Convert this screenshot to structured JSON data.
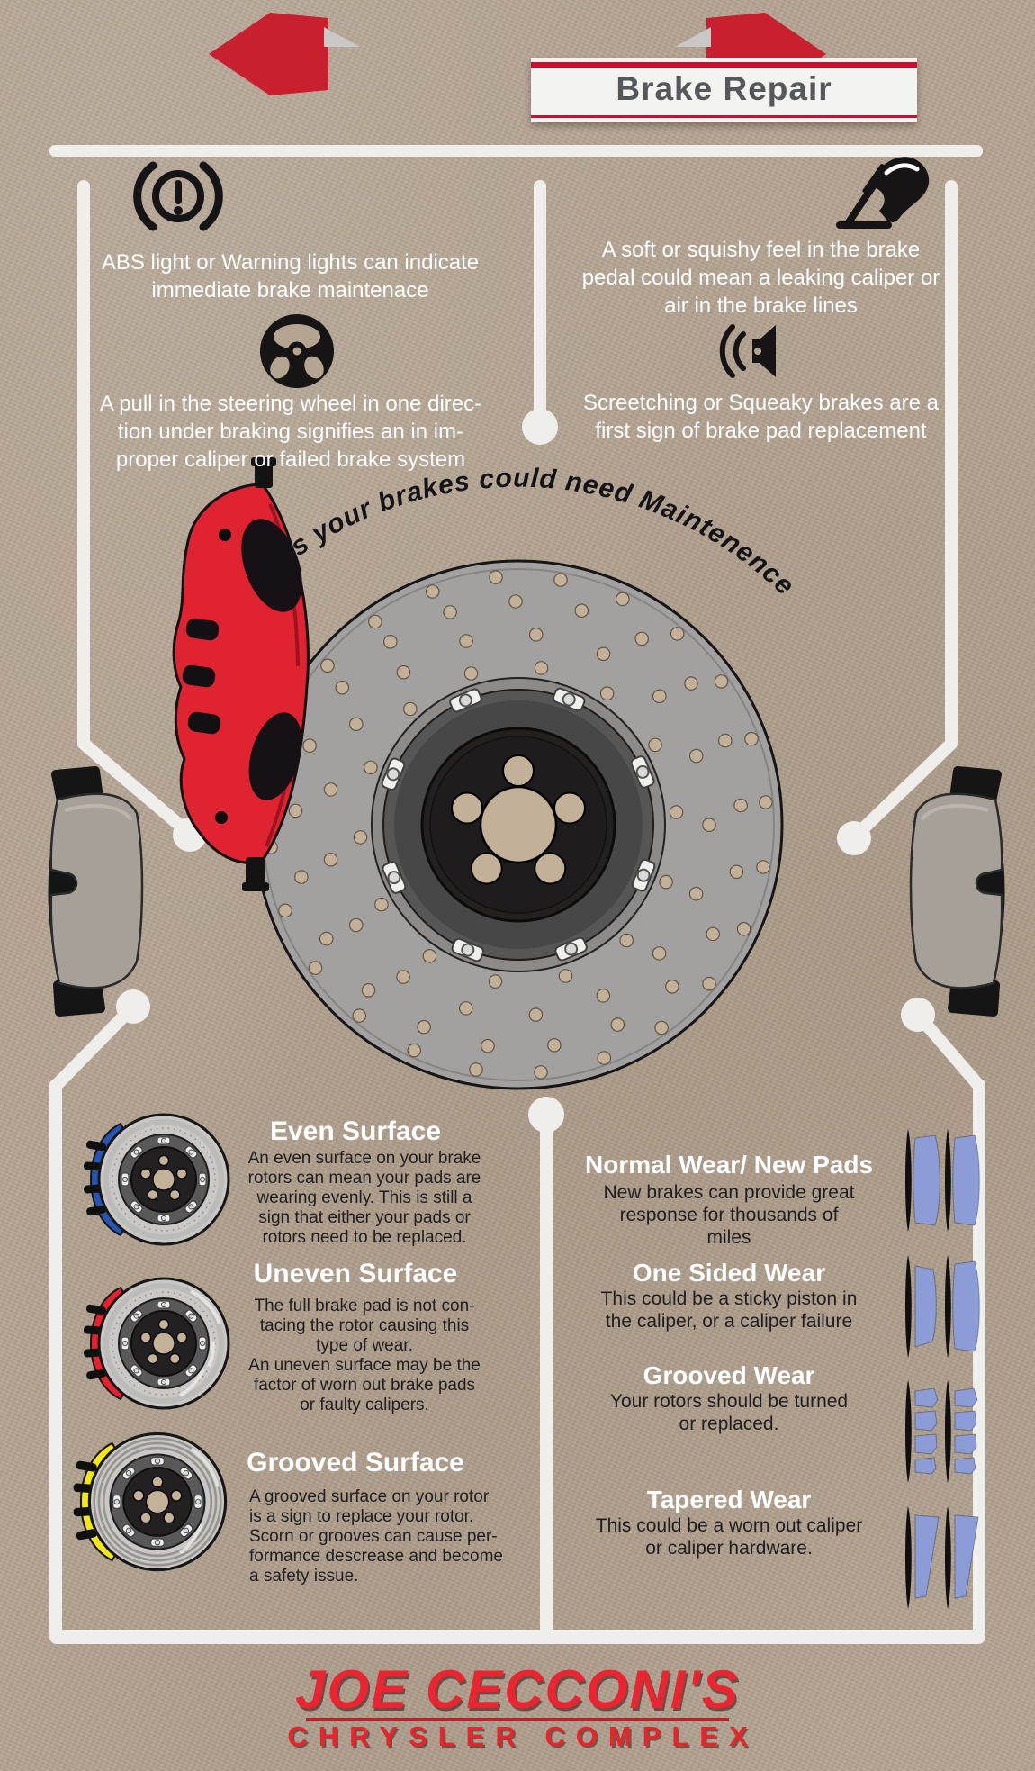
{
  "header": {
    "title": "Brake Repair"
  },
  "signs": {
    "curved_title": "Signs your brakes could need Maintenence",
    "items": [
      {
        "icon": "abs-warning-light-icon",
        "text": "ABS light or Warning lights can indicate\nimmediate brake maintenace"
      },
      {
        "icon": "steering-wheel-icon",
        "text": "A pull in the steering wheel in one direc-\ntion under braking signifies an in im-\nproper caliper or failed brake system"
      },
      {
        "icon": "brake-pedal-icon",
        "text": "A soft or squishy feel in the brake\npedal could mean a leaking caliper or\nair in the brake lines"
      },
      {
        "icon": "speaker-sound-icon",
        "text": "Screetching or Squeaky brakes are a\nfirst sign of brake pad replacement"
      }
    ]
  },
  "surfaces": {
    "items": [
      {
        "title": "Even Surface",
        "body": "An even surface on your brake\nrotors can mean your pads are\nwearing evenly. This is still a\nsign that either your pads or\nrotors need to be replaced.",
        "caliper_color": "#2753b5"
      },
      {
        "title": "Uneven Surface",
        "body": "The full brake pad is not con-\ntacing the rotor causing this\ntype of wear.\nAn uneven surface may be the\nfactor of worn out brake pads\nor faulty calipers.",
        "caliper_color": "#e8222d"
      },
      {
        "title": "Grooved Surface",
        "body": "A grooved surface on your rotor\nis a sign to replace your rotor.\nScorn or grooves can cause per-\nformance descrease and become\na safety issue.",
        "caliper_color": "#f5e616"
      }
    ]
  },
  "wear": {
    "items": [
      {
        "title": "Normal Wear/ New Pads",
        "body": "New brakes can provide great\nresponse for thousands of\nmiles"
      },
      {
        "title": "One Sided Wear",
        "body": "This could be a sticky piston in\nthe caliper, or a caliper failure"
      },
      {
        "title": "Grooved Wear",
        "body": "Your rotors should be turned\nor replaced."
      },
      {
        "title": "Tapered Wear",
        "body": "This could be a worn out caliper\nor caliper hardware."
      }
    ]
  },
  "footer": {
    "line1": "JOE CECCONI'S",
    "line2": "CHRYSLER COMPLEX"
  },
  "colors": {
    "ribbon_red": "#c8202f",
    "banner_text": "#56575a",
    "white_line": "#efeeea",
    "pad_blue": "#8b9cd6",
    "caliper_red": "#e02330",
    "footer_red": "#e8252c",
    "kraft": "#b4a492"
  }
}
